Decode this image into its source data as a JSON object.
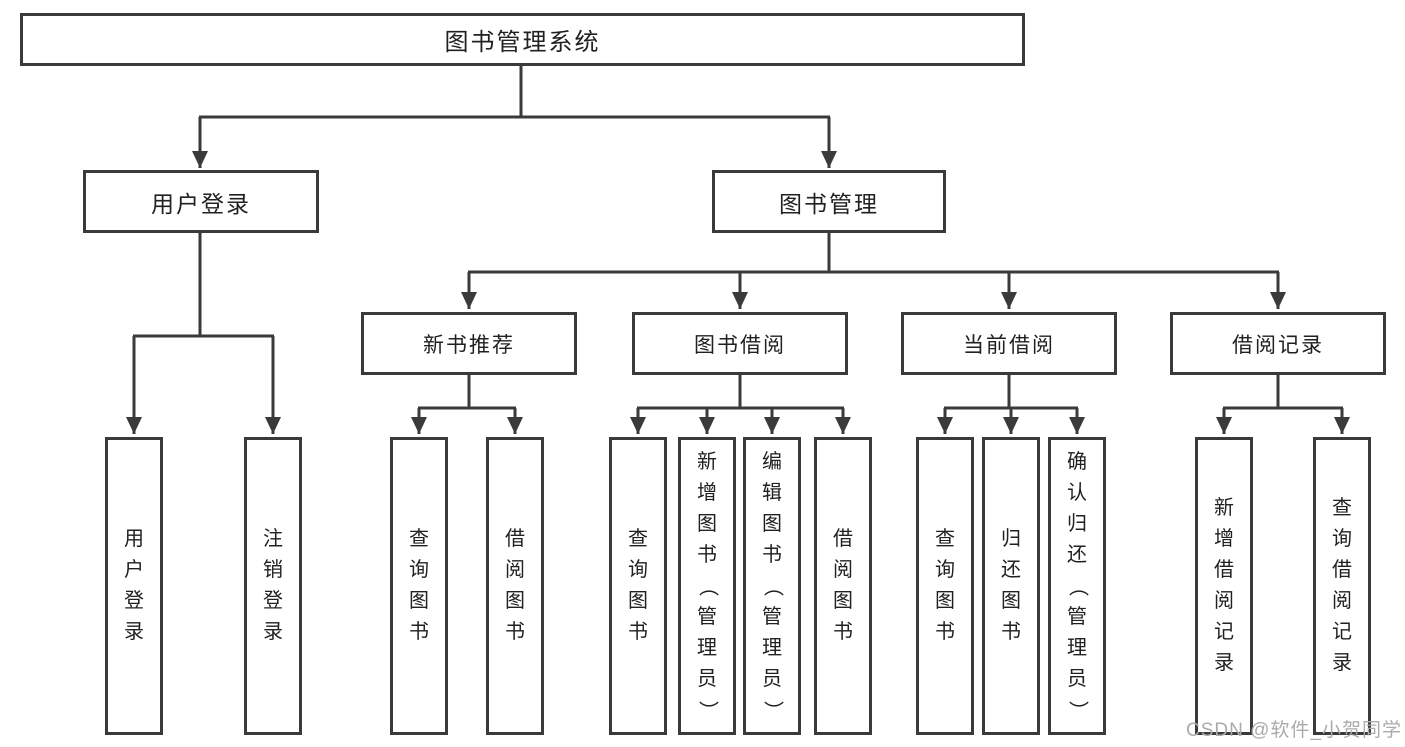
{
  "diagram": {
    "root": {
      "label": "图书管理系统"
    },
    "branches": [
      {
        "label": "用户登录",
        "leaves": [
          "用户登录",
          "注销登录"
        ]
      },
      {
        "label": "图书管理",
        "children": [
          {
            "label": "新书推荐",
            "leaves": [
              "查询图书",
              "借阅图书"
            ]
          },
          {
            "label": "图书借阅",
            "leaves": [
              "查询图书",
              "新增图书（管理员）",
              "编辑图书（管理员）",
              "借阅图书"
            ]
          },
          {
            "label": "当前借阅",
            "leaves": [
              "查询图书",
              "归还图书",
              "确认归还（管理员）"
            ]
          },
          {
            "label": "借阅记录",
            "leaves": [
              "新增借阅记录",
              "查询借阅记录"
            ]
          }
        ]
      }
    ]
  },
  "watermark": {
    "text": "CSDN @软件_小贺同学",
    "color": "#ababab"
  },
  "colors": {
    "line": "#3a3a3a",
    "text": "#212121",
    "background": "#ffffff"
  }
}
